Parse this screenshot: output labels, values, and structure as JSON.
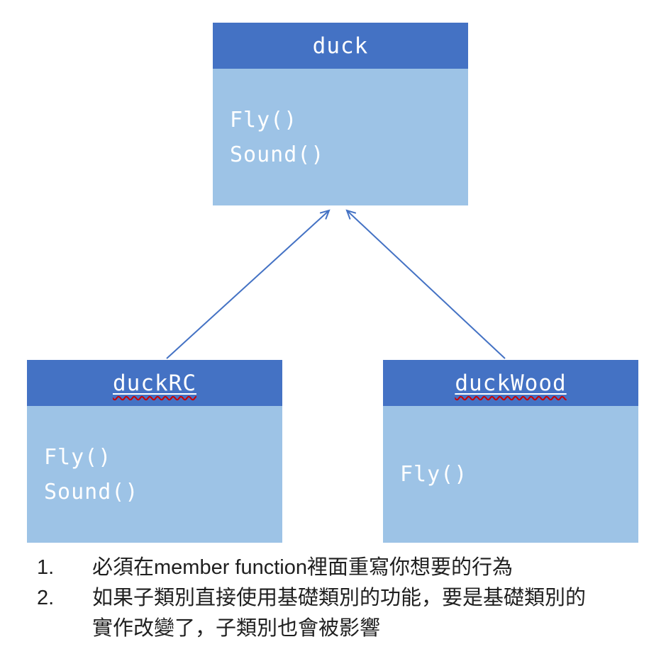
{
  "diagram": {
    "colors": {
      "header": "#4472C4",
      "body": "#9DC3E6",
      "arrow": "#4472C4"
    },
    "classes": [
      {
        "name": "duck",
        "methods": [
          "Fly()",
          "Sound()"
        ]
      },
      {
        "name": "duckRC",
        "methods": [
          "Fly()",
          "Sound()"
        ]
      },
      {
        "name": "duckWood",
        "methods": [
          "Fly()"
        ]
      }
    ]
  },
  "notes": {
    "items": [
      {
        "number": "1.",
        "text": "必須在member function裡面重寫你想要的行為"
      },
      {
        "number": "2.",
        "text": "如果子類別直接使用基礎類別的功能，要是基礎類別的實作改變了，子類別也會被影響"
      }
    ]
  }
}
